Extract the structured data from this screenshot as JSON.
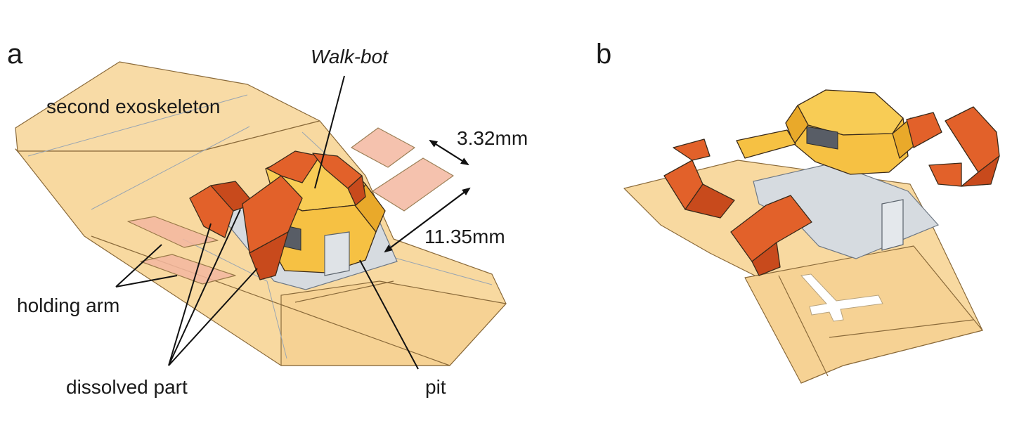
{
  "panels": {
    "a": {
      "label": "a",
      "title": "Walk-bot",
      "labels": {
        "second_exoskeleton": "second exoskeleton",
        "holding_arm": "holding arm",
        "dissolved_part": "dissolved part",
        "pit": "pit",
        "width_dimension": "3.32mm",
        "length_dimension": "11.35mm"
      }
    },
    "b": {
      "label": "b"
    }
  },
  "colors": {
    "exoskeleton_sheet": "#f8d9a0",
    "exoskeleton_shade": "#f1c985",
    "robot_body": "#f6c143",
    "robot_shade": "#e9a92a",
    "arm": "#e2612a",
    "arm_shade": "#c84a1c",
    "dissolved_ghost": "#f4b8a0",
    "pit_gray": "#d6dbe0",
    "groove_light": "#e6edf3",
    "slot_dark": "#585d66"
  }
}
